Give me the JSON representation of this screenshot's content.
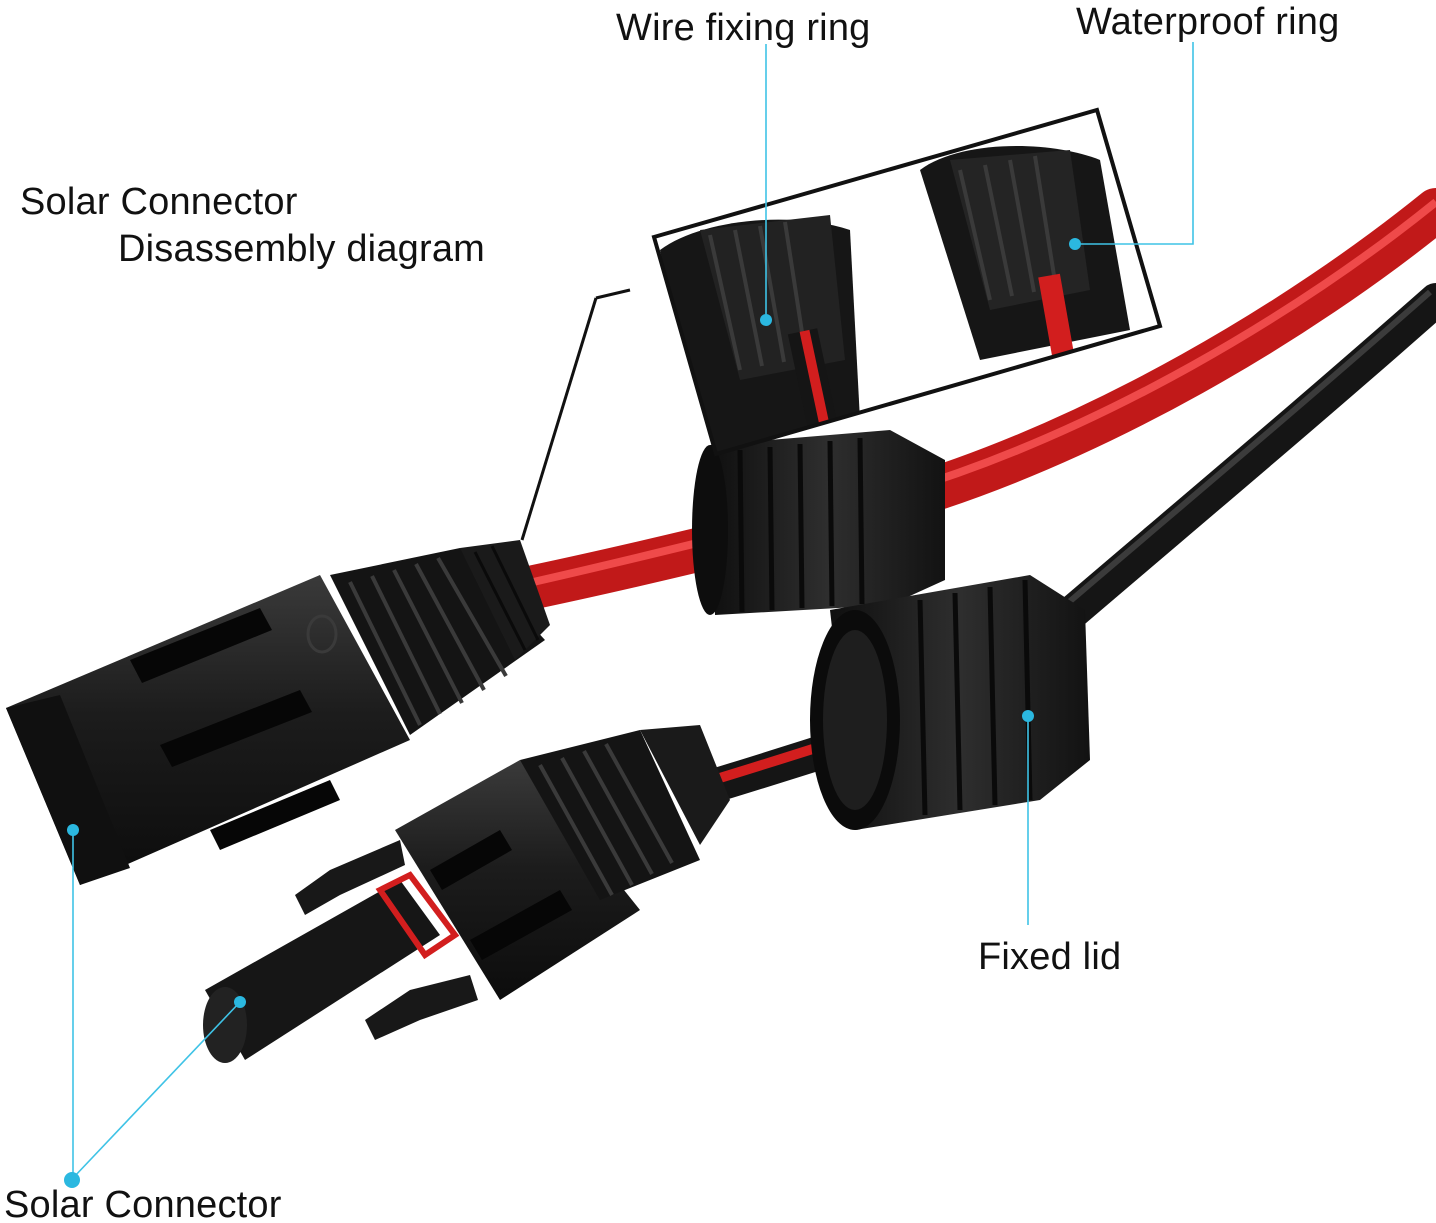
{
  "labels": {
    "title_line1": "Solar Connector",
    "title_line2": "Disassembly diagram",
    "wire_fixing_ring": "Wire fixing ring",
    "waterproof_ring": "Waterproof ring",
    "fixed_lid": "Fixed lid",
    "solar_connector": "Solar Connector"
  },
  "colors": {
    "callout_line": "#3fc3e6",
    "callout_dot": "#2bb8e0",
    "wire_red": "#d21e1e",
    "wire_black": "#151515",
    "connector_body": "#1b1b1b"
  }
}
